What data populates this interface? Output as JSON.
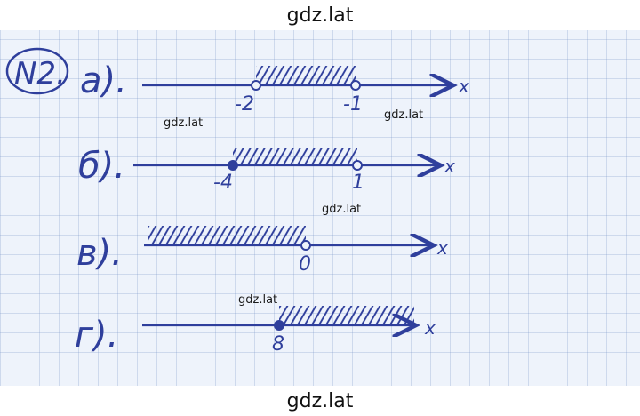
{
  "banner_top": "gdz.lat",
  "banner_bottom": "gdz.lat",
  "watermarks": [
    "gdz.lat",
    "gdz.lat",
    "gdz.lat",
    "gdz.lat"
  ],
  "problem_number": "N2.",
  "parts": [
    {
      "label": "а).",
      "points": [
        "-2",
        "-1"
      ],
      "axis": "x"
    },
    {
      "label": "б).",
      "points": [
        "-4",
        "1"
      ],
      "axis": "x"
    },
    {
      "label": "в).",
      "points": [
        "0"
      ],
      "axis": "x"
    },
    {
      "label": "г).",
      "points": [
        "8"
      ],
      "axis": "x"
    }
  ],
  "ink_color": "#2f3f9c"
}
